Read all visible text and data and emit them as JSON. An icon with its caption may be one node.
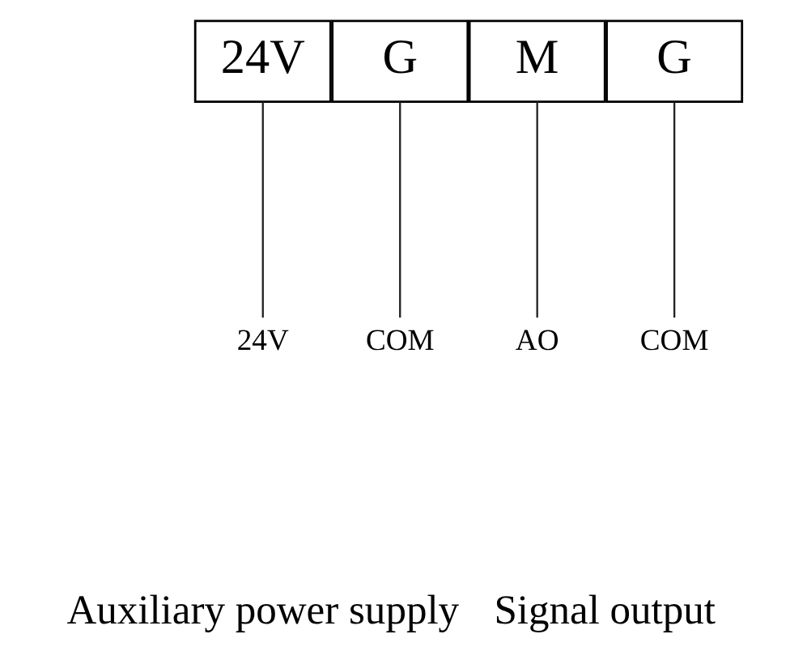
{
  "diagram": {
    "nodes": [
      {
        "text": [
          "24V"
        ]
      },
      {
        "text": [
          "G"
        ]
      },
      {
        "text": [
          "M"
        ]
      },
      {
        "text": [
          "G"
        ]
      },
      {
        "text": [
          "24V"
        ]
      },
      {
        "text": [
          "COM"
        ]
      },
      {
        "text": [
          "AO"
        ]
      },
      {
        "text": [
          "COM"
        ]
      }
    ],
    "edges": [
      {
        "from": 0,
        "to": 4,
        "arrow": "none"
      },
      {
        "from": 1,
        "to": 5,
        "arrow": "none"
      },
      {
        "from": 2,
        "to": 6,
        "arrow": "none"
      },
      {
        "from": 3,
        "to": 7,
        "arrow": "none"
      }
    ],
    "labels": [
      "Auxiliary power supply",
      "Signal output"
    ]
  }
}
